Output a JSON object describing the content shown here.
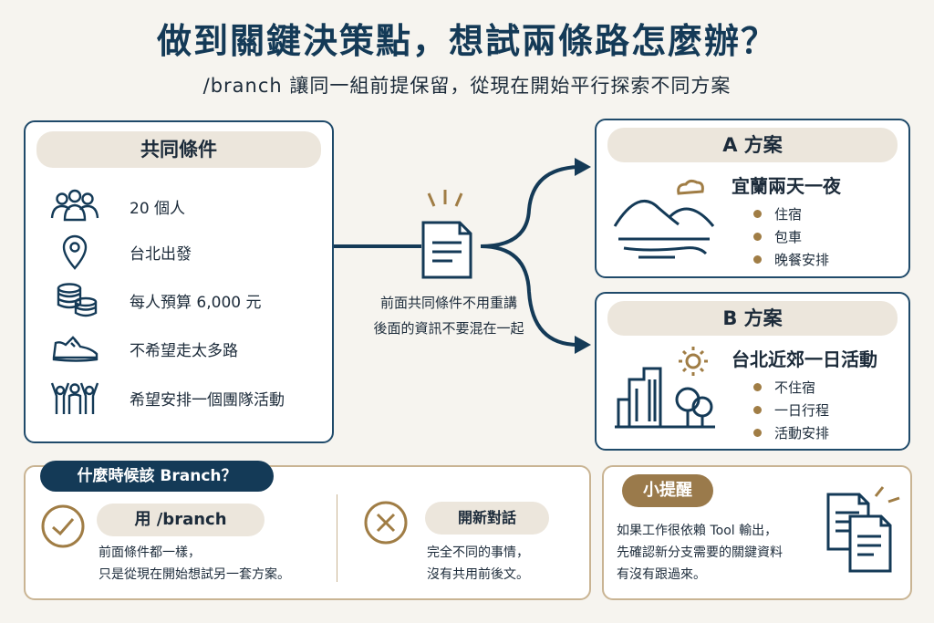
{
  "header": {
    "title": "做到關鍵決策點，想試兩條路怎麼辦？",
    "subtitle": "/branch 讓同一組前提保留，從現在開始平行探索不同方案"
  },
  "conditions": {
    "heading": "共同條件",
    "items": [
      {
        "icon": "people-icon",
        "text": "20 個人"
      },
      {
        "icon": "location-pin-icon",
        "text": "台北出發"
      },
      {
        "icon": "coins-icon",
        "text": "每人預算 6,000 元"
      },
      {
        "icon": "sneaker-icon",
        "text": "不希望走太多路"
      },
      {
        "icon": "team-cheer-icon",
        "text": "希望安排一個團隊活動"
      }
    ]
  },
  "middle": {
    "icon": "document-icon",
    "line1": "前面共同條件不用重講",
    "line2": "後面的資訊不要混在一起"
  },
  "plan_a": {
    "label": "A 方案",
    "title": "宜蘭兩天一夜",
    "icon": "mountain-lake-icon",
    "items": [
      "住宿",
      "包車",
      "晚餐安排"
    ]
  },
  "plan_b": {
    "label": "B 方案",
    "title": "台北近郊一日活動",
    "icon": "city-park-icon",
    "items": [
      "不住宿",
      "一日行程",
      "活動安排"
    ]
  },
  "when": {
    "heading": "什麼時候該 Branch？",
    "use": {
      "label": "用 /branch",
      "line1": "前面條件都一樣，",
      "line2": "只是從現在開始想試另一套方案。"
    },
    "new_chat": {
      "label": "開新對話",
      "line1": "完全不同的事情，",
      "line2": "沒有共用前後文。"
    }
  },
  "tip": {
    "heading": "小提醒",
    "line1": "如果工作很依賴 Tool 輸出，",
    "line2": "先確認新分支需要的關鍵資料",
    "line3": "有沒有跟過來。"
  },
  "colors": {
    "navy": "#143a57",
    "tan": "#a07d45",
    "beige": "#ece6dc"
  }
}
